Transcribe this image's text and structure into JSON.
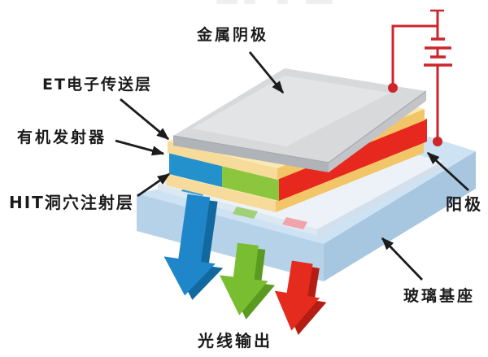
{
  "diagram": {
    "labels": {
      "cathode": "金属阴极",
      "et_layer": "ET电子传送层",
      "emitter": "有机发射器",
      "hit_layer": "HIT洞穴注射层",
      "anode": "阳极",
      "glass_substrate": "玻璃基座",
      "light_output": "光线输出"
    },
    "colors": {
      "cathode_top": "#d7d9db",
      "cathode_left": "#b0b3b7",
      "cathode_right": "#c2c4c8",
      "yellow_top": "#fbe8b4",
      "yellow_left": "#f7db9a",
      "yellow_right": "#f2c668",
      "emitter_top": "#f7f6f2",
      "emitter_blue": "#2391cb",
      "emitter_green": "#8cc63f",
      "emitter_red": "#e6281e",
      "anode_top": "#ecf2f8",
      "anode_left": "#dde8f1",
      "anode_right": "#d3e0ec",
      "substrate_top": "#cde2f3",
      "substrate_left": "#b6d2e9",
      "substrate_right": "#a7c6df",
      "mark_blue": "#3b9ad5",
      "mark_green": "#a2d077",
      "mark_pink": "#f0a3aa",
      "circuit": "#cc262c",
      "pointer": "#1c1c1c",
      "arrow_blue": "#1e86c9",
      "arrow_blue_dark": "#12699f",
      "arrow_green": "#79bd31",
      "arrow_green_dark": "#5a9a21",
      "arrow_red": "#e52b1e",
      "arrow_red_dark": "#b31d13"
    }
  }
}
